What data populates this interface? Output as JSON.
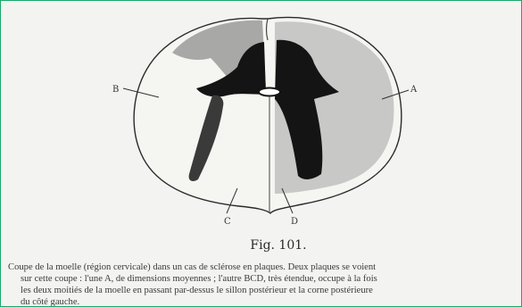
{
  "figure": {
    "number_label": "Fig. 101.",
    "region_labels": {
      "a": "A",
      "b": "B",
      "c": "C",
      "d": "D"
    },
    "colors": {
      "ink": "#141414",
      "plaque": "#9c9c9c",
      "pale": "#f3f3f1",
      "frame": "#19a86a"
    }
  },
  "caption": {
    "lines": [
      "Coupe de la moelle (région cervicale) dans un cas de sclérose en plaques. Deux plaques se voient",
      "sur cette coupe : l'une A, de dimensions moyennes ; l'autre BCD, très étendue, occupe à la fois",
      "les deux moitiés de la moelle en passant par-dessus le sillon postérieur et la corne postérieure",
      "du côté gauche."
    ]
  }
}
